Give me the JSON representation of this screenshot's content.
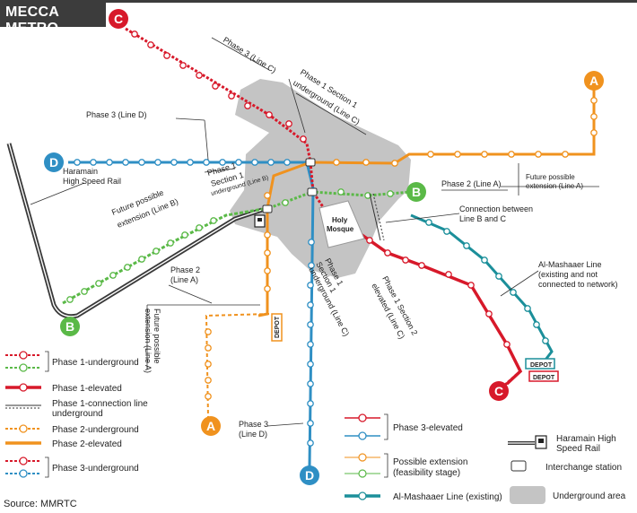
{
  "title": "MECCA METRO",
  "source": "Source: MMRTC",
  "colors": {
    "line_a": "#f0921e",
    "line_b": "#5ab947",
    "line_c": "#d7192a",
    "line_d": "#2f8fc4",
    "mashaaer": "#1b8f9a",
    "underground_area": "#c4c4c4",
    "rail": "#3a3a3a"
  },
  "terminals": {
    "a": "A",
    "b": "B",
    "c": "C",
    "d": "D"
  },
  "labels": {
    "phase3_line_c": "Phase 3 (Line C)",
    "phase1_sec1_ug_c_1": "Phase 1 Section 1",
    "phase1_sec1_ug_c_2": "underground (Line C)",
    "phase3_line_d_top": "Phase 3 (Line D)",
    "phase1_sec1_b_1": "Phase 1",
    "phase1_sec1_b_2": "Section 1",
    "phase1_sec1_b_3": "underground (Line B)",
    "future_ext_b_1": "Future possible",
    "future_ext_b_2": "extension (Line B)",
    "haramain_1": "Haramain",
    "haramain_2": "High Speed Rail",
    "phase2_line_a_right": "Phase 2 (Line A)",
    "future_ext_a_right_1": "Future possible",
    "future_ext_a_right_2": "extension (Line A)",
    "connection_bc_1": "Connection between",
    "connection_bc_2": "Line B and C",
    "holy_mosque_1": "Holy",
    "holy_mosque_2": "Mosque",
    "phase2_line_a_left_1": "Phase 2",
    "phase2_line_a_left_2": "(Line A)",
    "future_ext_a_left_1": "Future possible",
    "future_ext_a_left_2": "extension (Line A)",
    "phase1_sec1_ug_lower_1": "Phase 1",
    "phase1_sec1_ug_lower_2": "Section 1",
    "phase1_sec1_ug_lower_3": "underground (Line C)",
    "phase1_sec2_el_1": "Phase 1 Section 2",
    "phase1_sec2_el_2": "elevated (Line C)",
    "mashaaer_1": "Al-Mashaaer Line",
    "mashaaer_2": "(existing and not",
    "mashaaer_3": "connected to network)",
    "depot": "DEPOT",
    "phase3_line_d_bottom_1": "Phase 3",
    "phase3_line_d_bottom_2": "(Line D)"
  },
  "legend_left": [
    "Phase 1-underground",
    "Phase 1-elevated",
    "Phase 1-connection line underground",
    "Phase 2-underground",
    "Phase 2-elevated",
    "Phase 3-underground"
  ],
  "legend_left_split": {
    "connection_1": "Phase 1-connection line",
    "connection_2": "underground"
  },
  "legend_mid": {
    "phase3_elevated": "Phase 3-elevated",
    "possible_ext_1": "Possible extension",
    "possible_ext_2": "(feasibility stage)",
    "mashaaer_existing": "Al-Mashaaer Line (existing)"
  },
  "legend_right": {
    "haramain_1": "Haramain High",
    "haramain_2": "Speed Rail",
    "interchange": "Interchange station",
    "underground_area": "Underground area"
  }
}
